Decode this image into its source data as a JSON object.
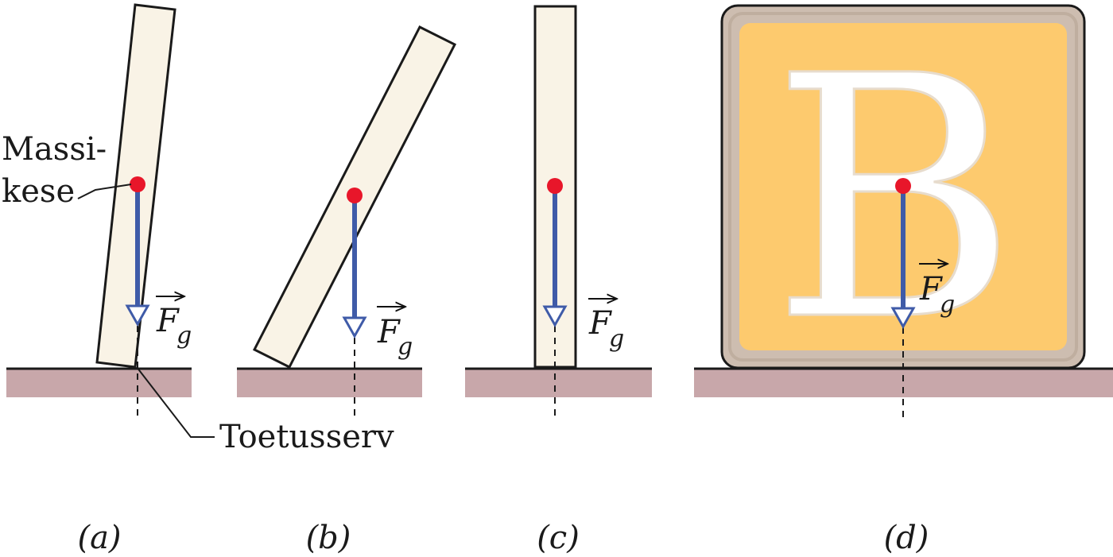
{
  "labels": {
    "center_of_mass": [
      "Massi-",
      "kese"
    ],
    "support_edge": "Toetusserv"
  },
  "force": {
    "symbol": "F",
    "subscript": "g"
  },
  "panels": [
    {
      "id": "a",
      "caption": "(a)"
    },
    {
      "id": "b",
      "caption": "(b)"
    },
    {
      "id": "c",
      "caption": "(c)"
    },
    {
      "id": "d",
      "caption": "(d)"
    }
  ],
  "block_letter": "B",
  "colors": {
    "board_fill": "#f9f3e6",
    "ground": "#c8a7aa",
    "center_of_mass": "#e8162a",
    "force_arrow": "#3f5ba8",
    "block_frame": "#cdbdb0",
    "block_face": "#fdca6e",
    "letter": "#ffffff"
  }
}
